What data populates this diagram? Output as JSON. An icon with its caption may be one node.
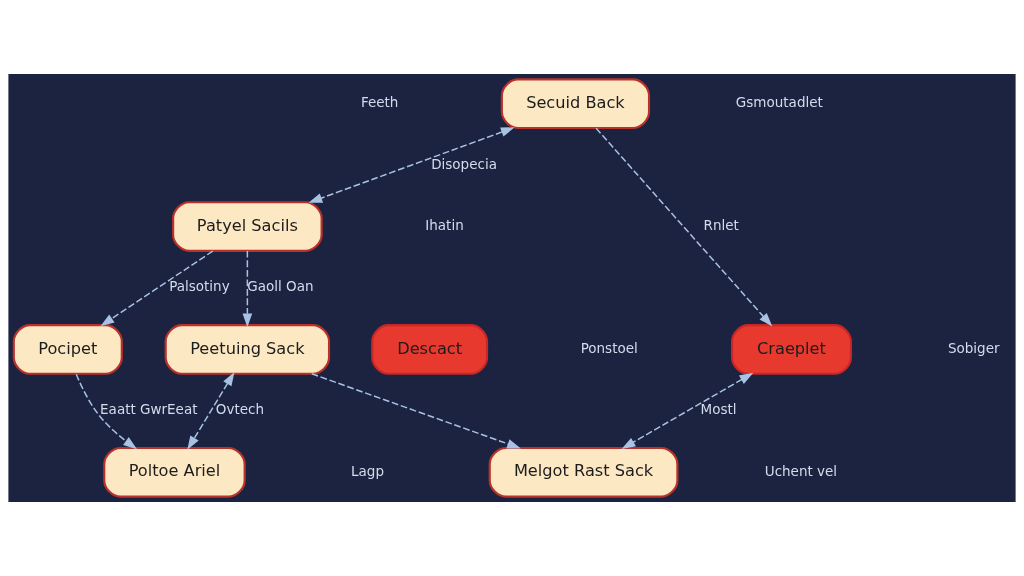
{
  "diagram": {
    "nodes": [
      {
        "text": [
          "Secuid Back"
        ]
      },
      {
        "text": [
          "Patyel Sacils"
        ]
      },
      {
        "text": [
          "Pocipet"
        ]
      },
      {
        "text": [
          "Peetuing Sack"
        ]
      },
      {
        "text": [
          "Descact"
        ]
      },
      {
        "text": [
          "Craeplet"
        ]
      },
      {
        "text": [
          "Poltoe Ariel"
        ]
      },
      {
        "text": [
          "Melgot Rast Sack"
        ]
      }
    ],
    "edges": [
      {
        "from": 0,
        "to": 1,
        "arrow": "both",
        "label": "Disopecia",
        "style": "dashed"
      },
      {
        "from": 0,
        "to": 5,
        "arrow": "to",
        "label": "Rnlet",
        "style": "dashed"
      },
      {
        "from": 1,
        "to": 3,
        "arrow": "to",
        "label": "Gaoll Oan",
        "style": "dashed"
      },
      {
        "from": 1,
        "to": 2,
        "arrow": "to",
        "label": "Palsotiny",
        "style": "dashed"
      },
      {
        "from": 2,
        "to": 6,
        "arrow": "to",
        "label": "Eaatt GwrEeat",
        "style": "dashed"
      },
      {
        "from": 3,
        "to": 6,
        "arrow": "both",
        "label": "Ovtech",
        "style": "dashed"
      },
      {
        "from": 3,
        "to": 7,
        "arrow": "to",
        "style": "dashed"
      },
      {
        "from": 5,
        "to": 7,
        "arrow": "both",
        "label": "Mostl",
        "style": "dashed"
      }
    ],
    "labels": [
      "Feeth",
      "Gsmoutadlet",
      "Ihatin",
      "Ponstoel",
      "Sobiger",
      "Lagp",
      "Uchent vel"
    ]
  }
}
